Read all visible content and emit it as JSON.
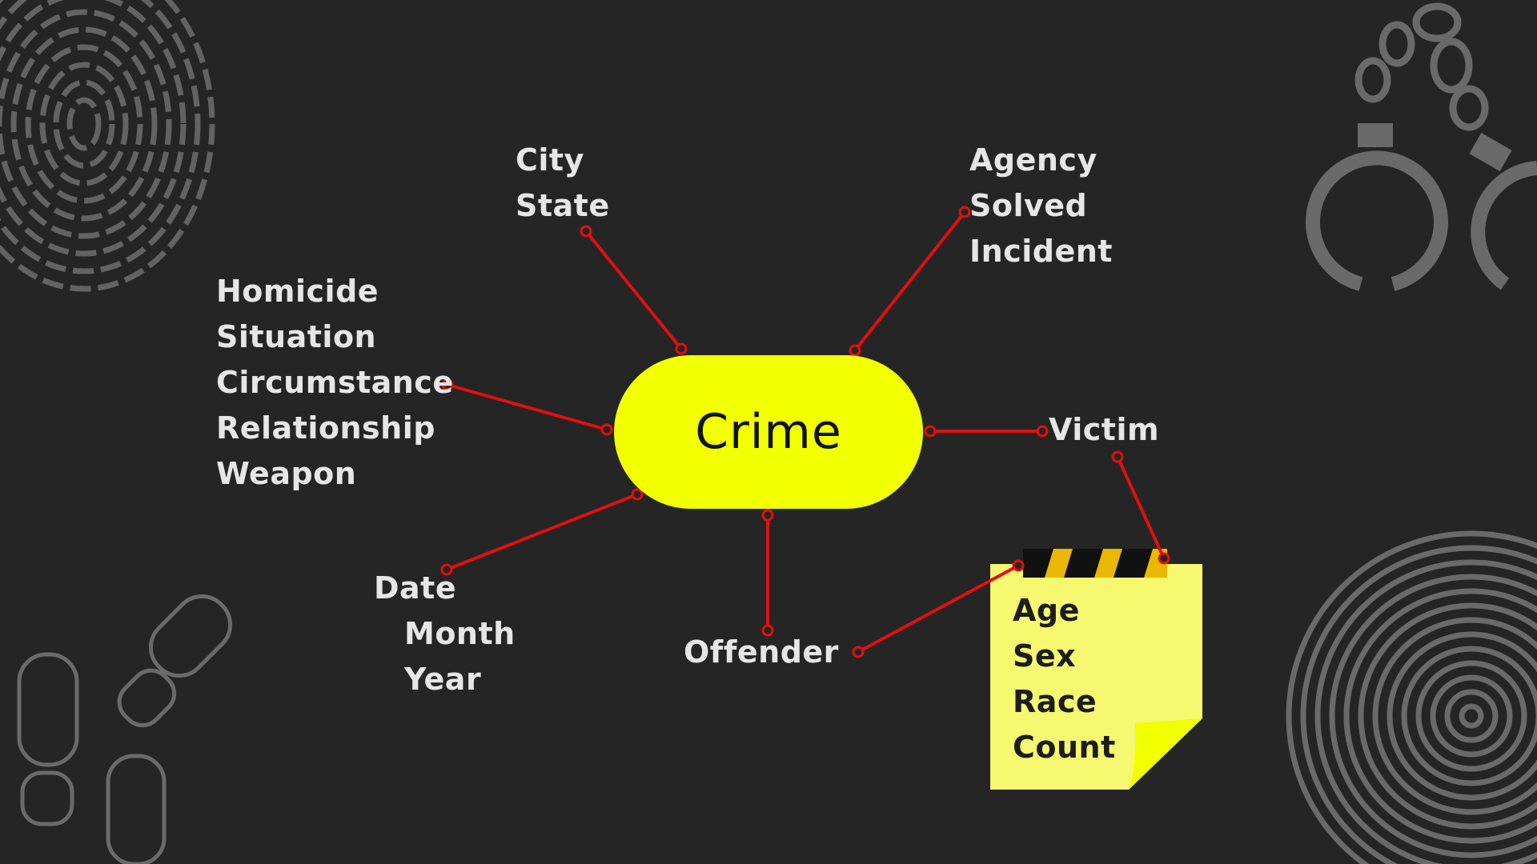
{
  "diagram": {
    "center_label": "Crime",
    "groups": {
      "location": [
        "City",
        "State"
      ],
      "agency": [
        "Agency",
        "Solved",
        "Incident"
      ],
      "details": [
        "Homicide",
        "Situation",
        "Circumstance",
        "Relationship",
        "Weapon"
      ],
      "victim": "Victim",
      "date": [
        "Date",
        "Month",
        "Year"
      ],
      "offender": "Offender",
      "note": [
        "Age",
        "Sex",
        "Race",
        "Count"
      ]
    }
  },
  "colors": {
    "background": "#262525",
    "node_fill": "#f1ff00",
    "connector": "#e01010",
    "label_text": "#e6e6e6",
    "note_fill": "#f6f870",
    "decoration": "#6a6a6a"
  },
  "decorations": [
    "fingerprint-icon",
    "handcuffs-icon",
    "footprints-icon",
    "fingerprint-swirl-icon",
    "tape-stripe"
  ]
}
